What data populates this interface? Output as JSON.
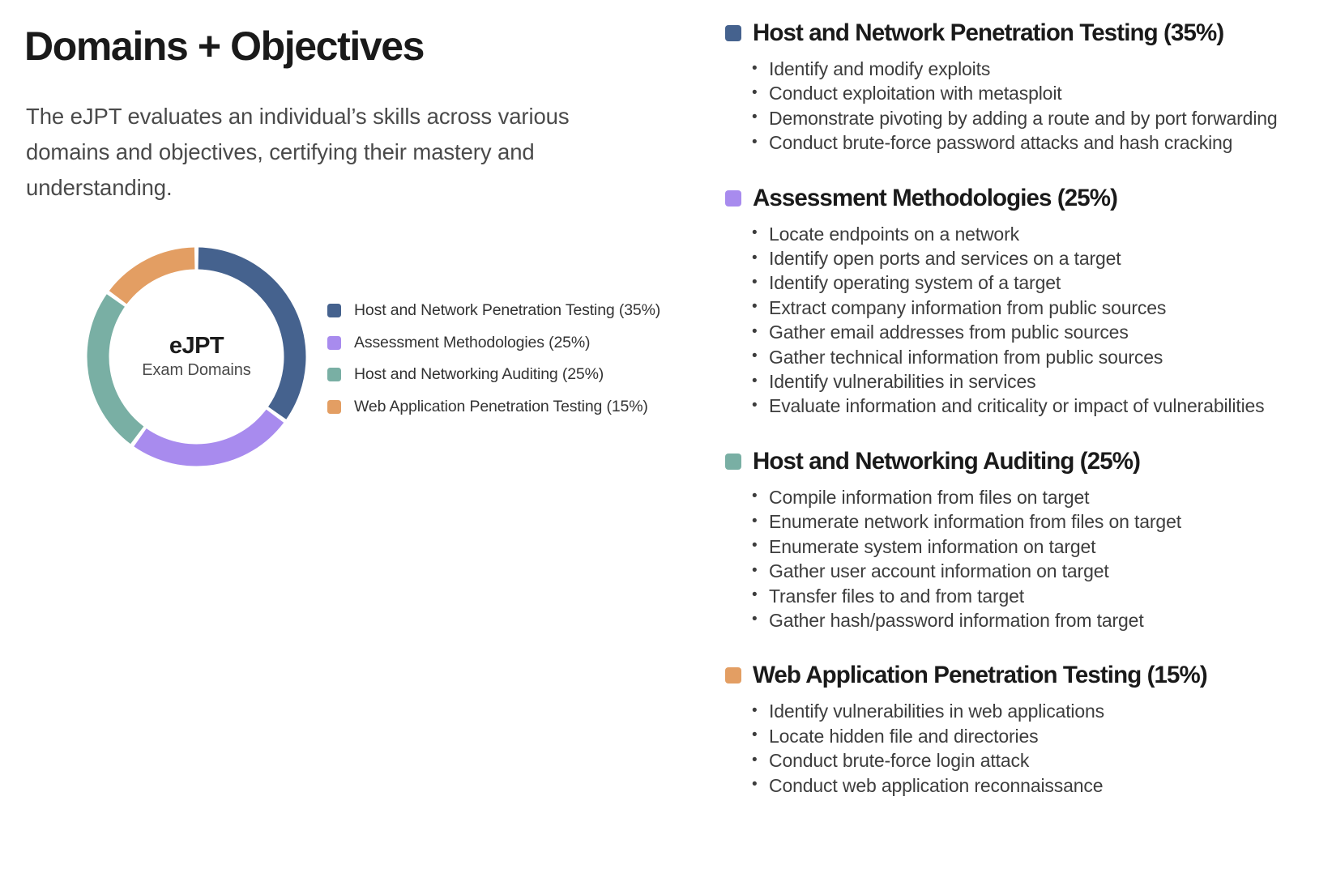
{
  "page": {
    "title": "Domains + Objectives",
    "intro": "The eJPT evaluates an individual’s skills across various domains and objectives, certifying their mastery and understanding."
  },
  "chart_data": {
    "type": "pie",
    "variant": "donut",
    "title": "eJPT",
    "subtitle": "Exam Domains",
    "start_angle_deg": 0,
    "direction": "clockwise",
    "legend_position": "right",
    "categories": [
      "Host and Network Penetration Testing",
      "Assessment Methodologies",
      "Host and Networking Auditing",
      "Web Application Penetration Testing"
    ],
    "values": [
      35,
      25,
      25,
      15
    ],
    "unit": "%",
    "colors": [
      "#45628E",
      "#A88BEE",
      "#79AFA4",
      "#E39E63"
    ],
    "legend": [
      {
        "label": "Host and Network Penetration Testing (35%)",
        "color": "#45628E",
        "value": 35
      },
      {
        "label": "Assessment Methodologies (25%)",
        "color": "#A88BEE",
        "value": 25
      },
      {
        "label": "Host and Networking Auditing (25%)",
        "color": "#79AFA4",
        "value": 25
      },
      {
        "label": "Web Application Penetration Testing (15%)",
        "color": "#E39E63",
        "value": 15
      }
    ]
  },
  "domains": [
    {
      "title": "Host and Network Penetration Testing (35%)",
      "color": "#45628E",
      "percent": "35%",
      "objectives": [
        "Identify and modify exploits",
        "Conduct exploitation with metasploit",
        "Demonstrate pivoting by adding a route and by port forwarding",
        "Conduct brute-force password attacks and hash cracking"
      ]
    },
    {
      "title": "Assessment Methodologies (25%)",
      "color": "#A88BEE",
      "percent": "25%",
      "objectives": [
        "Locate endpoints on a network",
        "Identify open ports and services on a target",
        "Identify operating system of a target",
        "Extract company information from public sources",
        "Gather email addresses from public sources",
        "Gather technical information from public sources",
        "Identify vulnerabilities in services",
        "Evaluate information and criticality or impact of vulnerabilities"
      ]
    },
    {
      "title": "Host and Networking Auditing (25%)",
      "color": "#79AFA4",
      "percent": "25%",
      "objectives": [
        "Compile information from files on target",
        "Enumerate network information from files on target",
        "Enumerate system information on target",
        "Gather user account information on target",
        "Transfer files to and from target",
        "Gather hash/password information from target"
      ]
    },
    {
      "title": "Web Application Penetration Testing (15%)",
      "color": "#E39E63",
      "percent": "15%",
      "objectives": [
        "Identify vulnerabilities in web applications",
        "Locate hidden file and directories",
        "Conduct brute-force login attack",
        "Conduct web application reconnaissance"
      ]
    }
  ]
}
